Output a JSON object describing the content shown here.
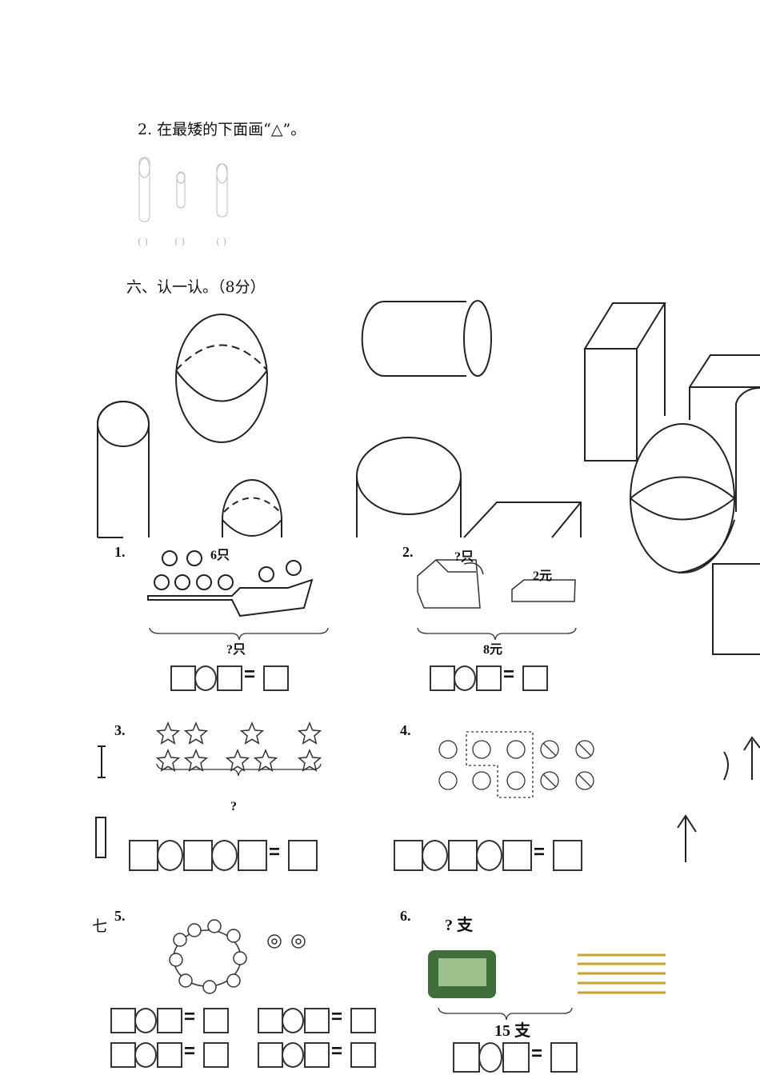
{
  "section5_q2": {
    "title": "2. 在最矮的下面画“△”。",
    "answer_slots": [
      "( )",
      "( )",
      "( )"
    ]
  },
  "section6": {
    "title": "六、认一认。（8分）"
  },
  "section7": {
    "marker": "七"
  },
  "problems": [
    {
      "number": "1.",
      "top_label": "6只",
      "bottom_label": "?只"
    },
    {
      "number": "2.",
      "top_label": "?只",
      "price_label": "2元",
      "bottom_label": "8元"
    },
    {
      "number": "3.",
      "bottom_label": "?"
    },
    {
      "number": "4."
    },
    {
      "number": "5."
    },
    {
      "number": "6.",
      "top_label": "? 支",
      "bottom_label": "15 支"
    }
  ],
  "equals_sign": "="
}
